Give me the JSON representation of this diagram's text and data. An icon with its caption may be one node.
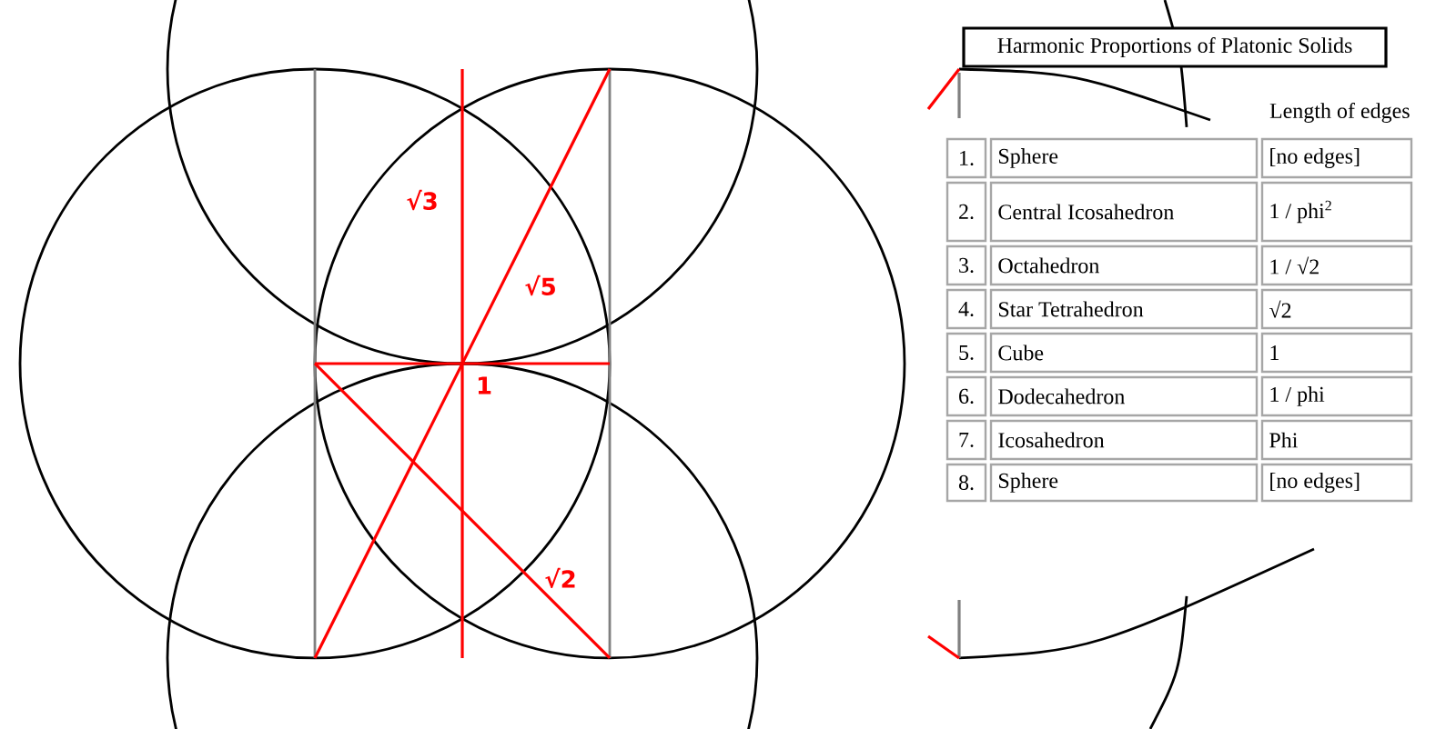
{
  "diagram": {
    "title": "Harmonic Proportions of Platonic Solids",
    "labels": [
      "√3",
      "√5",
      "1",
      "√2",
      "Length of edges",
      "1.",
      "Sphere",
      "[no edges]",
      "2.",
      "Central Icosahedron",
      "1 / phi$^{2}$",
      "3.",
      "Octahedron",
      "1 / √2",
      "4.",
      "Star Tetrahedron",
      "√2",
      "5.",
      "Cube",
      "1",
      "6.",
      "Dodecahedron",
      "1 / phi",
      "7.",
      "Icosahedron",
      "Phi",
      "8.",
      "Sphere",
      "[no edges]"
    ]
  }
}
